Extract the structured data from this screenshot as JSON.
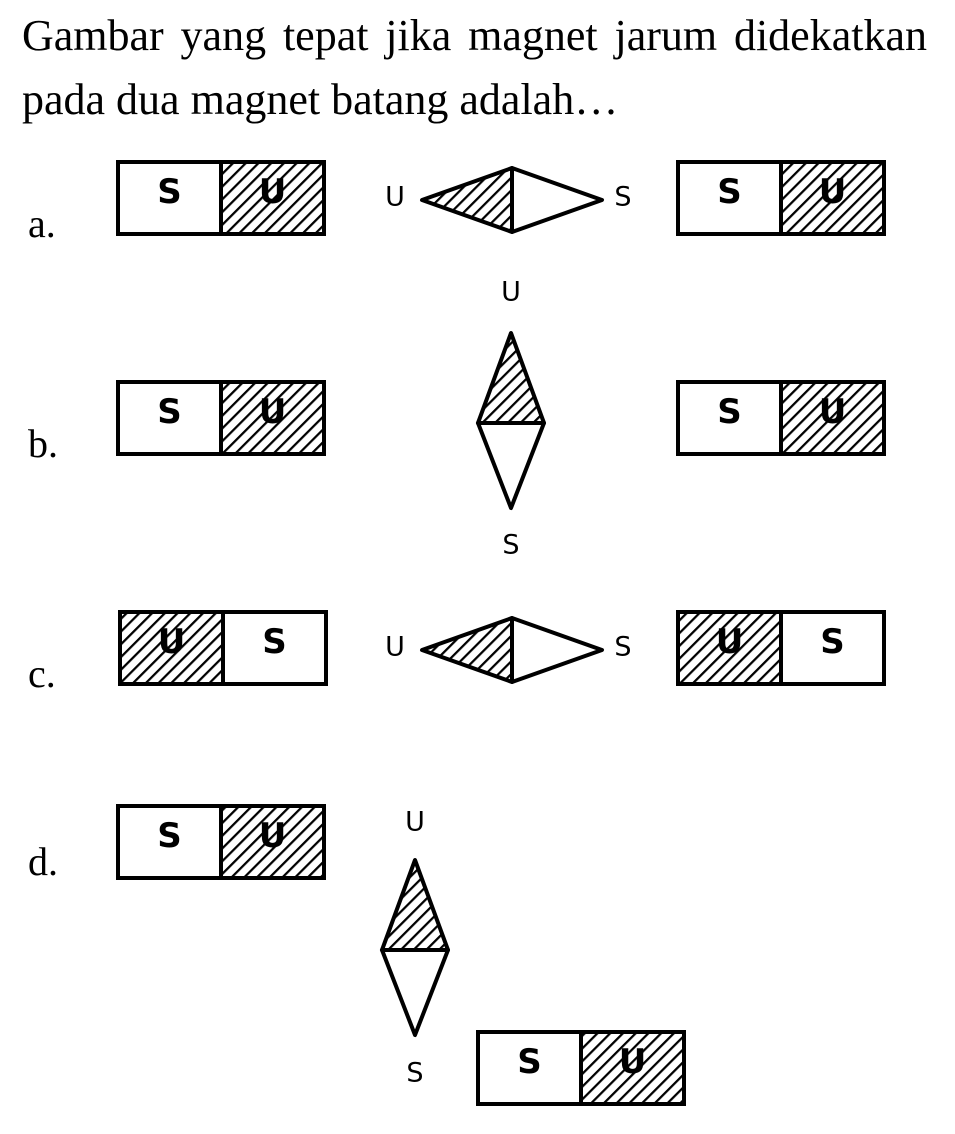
{
  "question": "Gambar yang tepat jika magnet jarum didekatkan pada dua magnet batang adalah…",
  "options": [
    {
      "label": "a.",
      "magnets": [
        {
          "left": "S",
          "right": "U",
          "shaded": "right"
        },
        {
          "left": "S",
          "right": "U",
          "shaded": "right"
        }
      ],
      "needle": {
        "orientation": "horizontal",
        "shaded_pole": "U",
        "pole_labels": [
          "U",
          "S"
        ]
      }
    },
    {
      "label": "b.",
      "magnets": [
        {
          "left": "S",
          "right": "U",
          "shaded": "right"
        },
        {
          "left": "S",
          "right": "U",
          "shaded": "right"
        }
      ],
      "needle": {
        "orientation": "vertical",
        "shaded_pole": "U",
        "pole_labels": [
          "U",
          "S"
        ]
      }
    },
    {
      "label": "c.",
      "magnets": [
        {
          "left": "U",
          "right": "S",
          "shaded": "left"
        },
        {
          "left": "U",
          "right": "S",
          "shaded": "left"
        }
      ],
      "needle": {
        "orientation": "horizontal",
        "shaded_pole": "U",
        "pole_labels": [
          "U",
          "S"
        ]
      }
    },
    {
      "label": "d.",
      "magnets": [
        {
          "left": "S",
          "right": "U",
          "shaded": "right"
        },
        {
          "left": "S",
          "right": "U",
          "shaded": "right"
        }
      ],
      "needle": {
        "orientation": "vertical",
        "shaded_pole": "U",
        "pole_labels": [
          "U",
          "S"
        ]
      }
    }
  ]
}
